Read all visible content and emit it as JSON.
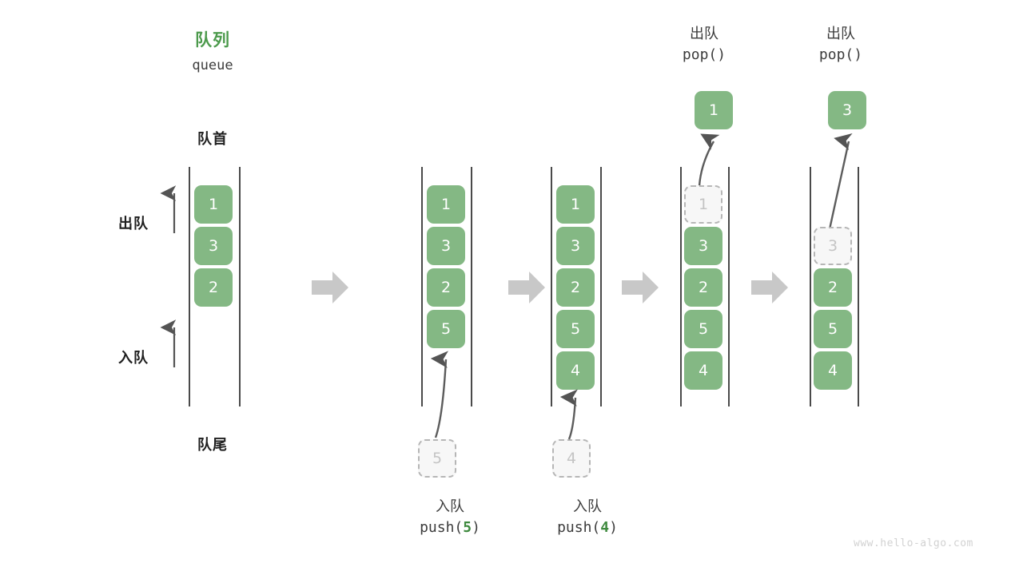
{
  "meta": {
    "watermark": "www.hello-algo.com",
    "accent_green": "#4c9a4c",
    "cell_green": "#84b884",
    "ghost_gray": "#b6b6b6",
    "arrow_gray": "#c8c8c8",
    "line_gray": "#4a4a4a"
  },
  "legend": {
    "title_cn": "队列",
    "title_en": "queue",
    "front_label": "队首",
    "rear_label": "队尾",
    "dequeue_label": "出队",
    "enqueue_label": "入队"
  },
  "steps": [
    {
      "id": "initial",
      "header_cn": "",
      "header_code": "",
      "cells": [
        "1",
        "3",
        "2"
      ],
      "ghost_index": -1,
      "empty_slots_top": 0,
      "popped_value": null,
      "incoming_value": null,
      "caption_cn": "",
      "caption_code": "",
      "caption_arg": ""
    },
    {
      "id": "push-5",
      "header_cn": "",
      "header_code": "",
      "cells": [
        "1",
        "3",
        "2",
        "5"
      ],
      "ghost_index": -1,
      "empty_slots_top": 0,
      "popped_value": null,
      "incoming_value": "5",
      "caption_cn": "入队",
      "caption_code_pre": "push(",
      "caption_arg": "5",
      "caption_code_post": ")"
    },
    {
      "id": "push-4",
      "header_cn": "",
      "header_code": "",
      "cells": [
        "1",
        "3",
        "2",
        "5",
        "4"
      ],
      "ghost_index": -1,
      "empty_slots_top": 0,
      "popped_value": null,
      "incoming_value": "4",
      "caption_cn": "入队",
      "caption_code_pre": "push(",
      "caption_arg": "4",
      "caption_code_post": ")"
    },
    {
      "id": "pop-1",
      "header_cn": "出队",
      "header_code": "pop()",
      "cells": [
        "1",
        "3",
        "2",
        "5",
        "4"
      ],
      "ghost_index": 0,
      "empty_slots_top": 0,
      "popped_value": "1",
      "incoming_value": null,
      "caption_cn": "",
      "caption_code": "",
      "caption_arg": ""
    },
    {
      "id": "pop-3",
      "header_cn": "出队",
      "header_code": "pop()",
      "cells": [
        "3",
        "2",
        "5",
        "4"
      ],
      "ghost_index": 0,
      "empty_slots_top": 1,
      "popped_value": "3",
      "incoming_value": null,
      "caption_cn": "",
      "caption_code": "",
      "caption_arg": ""
    }
  ],
  "connectors": [
    "arrow-1",
    "arrow-2",
    "arrow-3",
    "arrow-4"
  ]
}
